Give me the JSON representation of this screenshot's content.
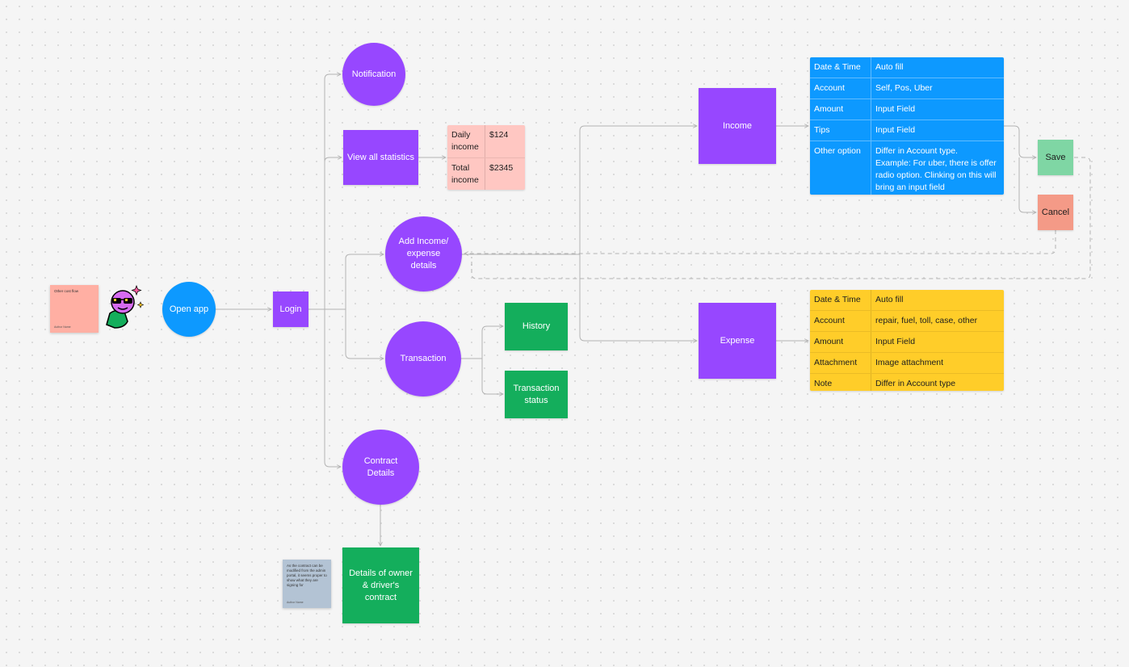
{
  "colors": {
    "purple": "#9747ff",
    "blue": "#0d99ff",
    "green": "#14ae5c",
    "yellow": "#ffcd29",
    "pink": "#ffc7c2",
    "save": "#7fd6a4",
    "cancel": "#f49a87",
    "connector": "#b3b3b3"
  },
  "nodes": {
    "open_app": "Open app",
    "login": "Login",
    "notification": "Notification",
    "view_all_statistics": "View all statistics",
    "add_income_expense": "Add Income/\nexpense\ndetails",
    "transaction": "Transaction",
    "history": "History",
    "transaction_status": "Transaction\nstatus",
    "contract_details": "Contract\nDetails",
    "details_contract": "Details of owner\n& driver's\ncontract",
    "income": "Income",
    "expense": "Expense",
    "save": "Save",
    "cancel": "Cancel"
  },
  "stats_table": [
    {
      "label": "Daily income",
      "value": "$124"
    },
    {
      "label": "Total income",
      "value": "$2345"
    }
  ],
  "income_table": [
    {
      "field": "Date & Time",
      "value": "Auto fill"
    },
    {
      "field": "Account",
      "value": "Self, Pos, Uber"
    },
    {
      "field": "Amount",
      "value": "Input Field"
    },
    {
      "field": "Tips",
      "value": "Input Field"
    },
    {
      "field": "Other option",
      "value": "Differ in Account type.\nExample: For uber, there is offer radio option. Clinking on this will bring an input field"
    }
  ],
  "expense_table": [
    {
      "field": "Date & Time",
      "value": "Auto fill"
    },
    {
      "field": "Account",
      "value": "repair, fuel, toll, case, other"
    },
    {
      "field": "Amount",
      "value": "Input Field"
    },
    {
      "field": "Attachment",
      "value": "Image attachment"
    },
    {
      "field": "Note",
      "value": "Differ in Account type"
    }
  ],
  "stickies": {
    "left": {
      "text": "Other cost flow",
      "author": "Author Name"
    },
    "bottom": {
      "text": "As the contract can be modified from the admin portal, it seems proper to show what they are signing for",
      "author": "Author Name"
    }
  },
  "icons": {
    "avatar": "sunglasses-character-icon"
  }
}
